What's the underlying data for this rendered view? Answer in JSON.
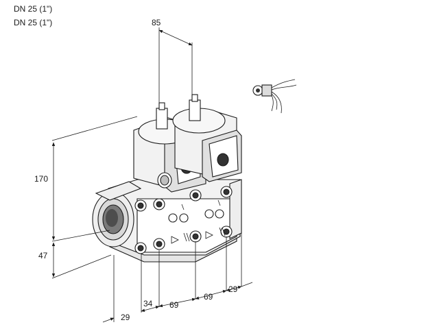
{
  "header": {
    "line1": "DN 25 (1\")",
    "line2": "DN 25 (1\")"
  },
  "dimensions": {
    "top_width": "85",
    "height": "170",
    "lower_height": "47",
    "pitch_a": "34",
    "pitch_b": "69",
    "pitch_c": "69",
    "pitch_d": "29",
    "offset_left": "29"
  },
  "colors": {
    "line": "#1a1a1a",
    "body_fill": "#f2f2f2",
    "shade_light": "#d9d9d9",
    "shade_dark": "#7a7a7a",
    "background": "#ffffff"
  },
  "icons": {
    "valve": "double-solenoid-valve-drawing",
    "connector": "cable-connector-plug-drawing"
  }
}
